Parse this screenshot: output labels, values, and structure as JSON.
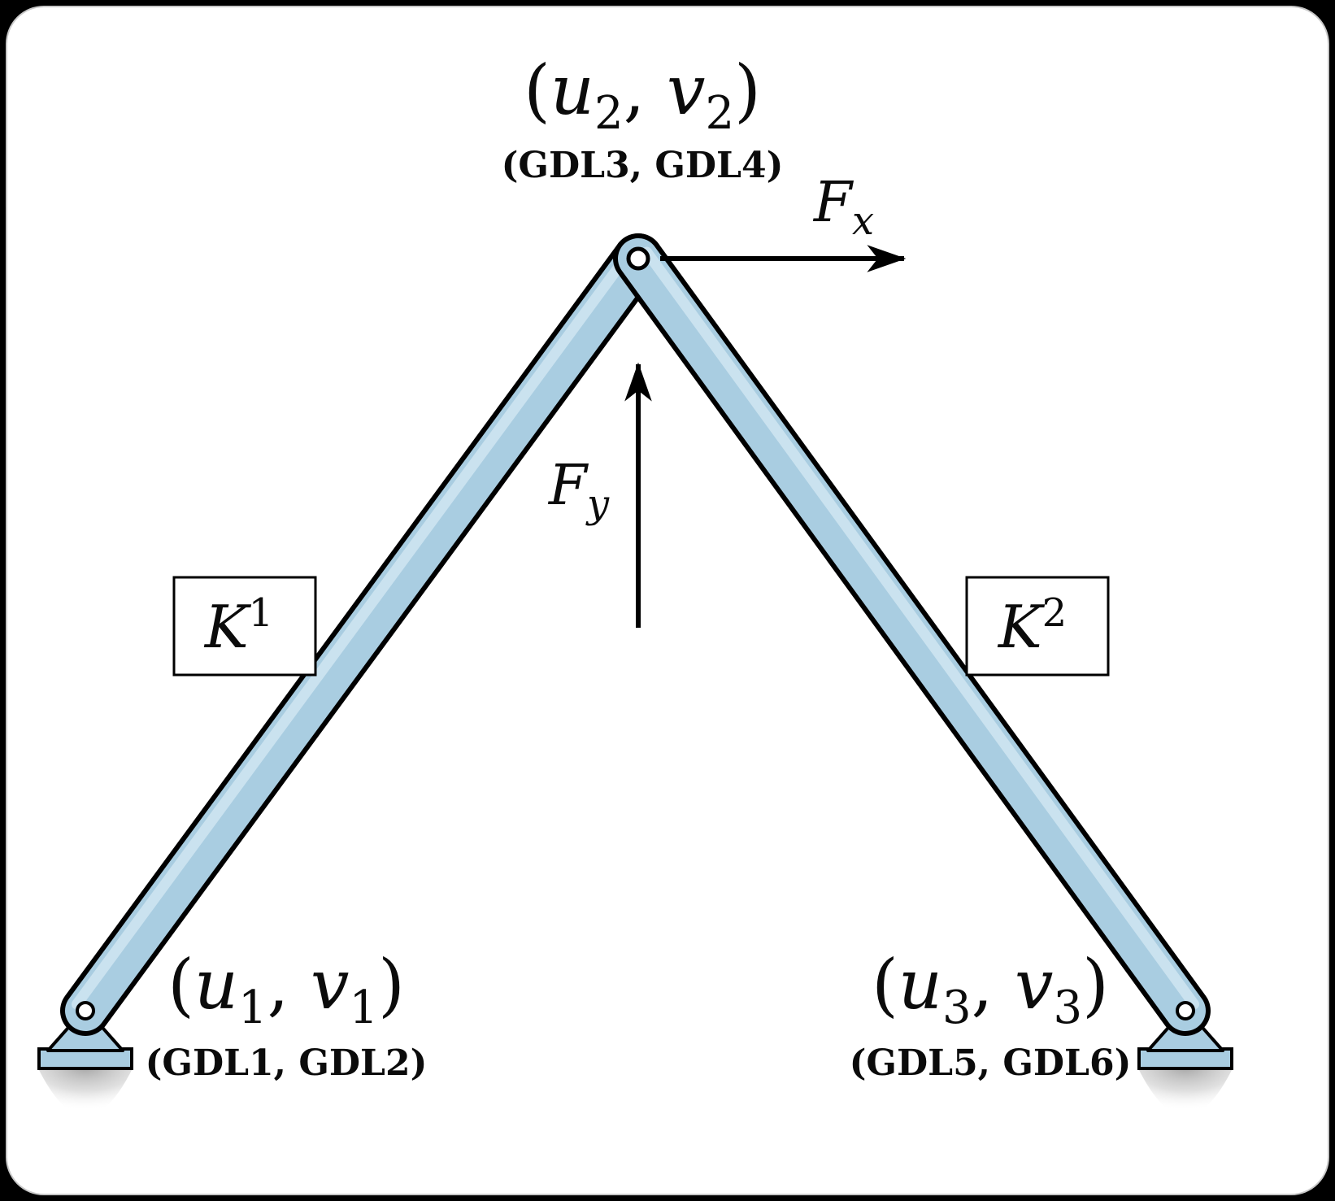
{
  "colors": {
    "frame_bg": "#000000",
    "panel_bg": "#ffffff",
    "panel_border": "#c8c8c8",
    "bar_fill": "#a9cde1",
    "bar_highlight": "#d6e8f3",
    "bar_outline": "#000000",
    "support_fill": "#a9cde1",
    "pin_fill": "#ffffff",
    "ink": "#000000"
  },
  "labels": {
    "node_top": {
      "open": "(",
      "u": "u",
      "u_sub": "2",
      "comma": ", ",
      "v": "v",
      "v_sub": "2",
      "close": ")",
      "gdl": "(GDL3, GDL4)"
    },
    "node_left": {
      "open": "(",
      "u": "u",
      "u_sub": "1",
      "comma": ", ",
      "v": "v",
      "v_sub": "1",
      "close": ")",
      "gdl": "(GDL1, GDL2)"
    },
    "node_right": {
      "open": "(",
      "u": "u",
      "u_sub": "3",
      "comma": ", ",
      "v": "v",
      "v_sub": "3",
      "close": ")",
      "gdl": "(GDL5, GDL6)"
    },
    "element_left": {
      "base": "K",
      "sup": "1"
    },
    "element_right": {
      "base": "K",
      "sup": "2"
    },
    "force_horizontal": {
      "base": "F",
      "sub": "x"
    },
    "force_vertical": {
      "base": "F",
      "sub": "y"
    }
  }
}
